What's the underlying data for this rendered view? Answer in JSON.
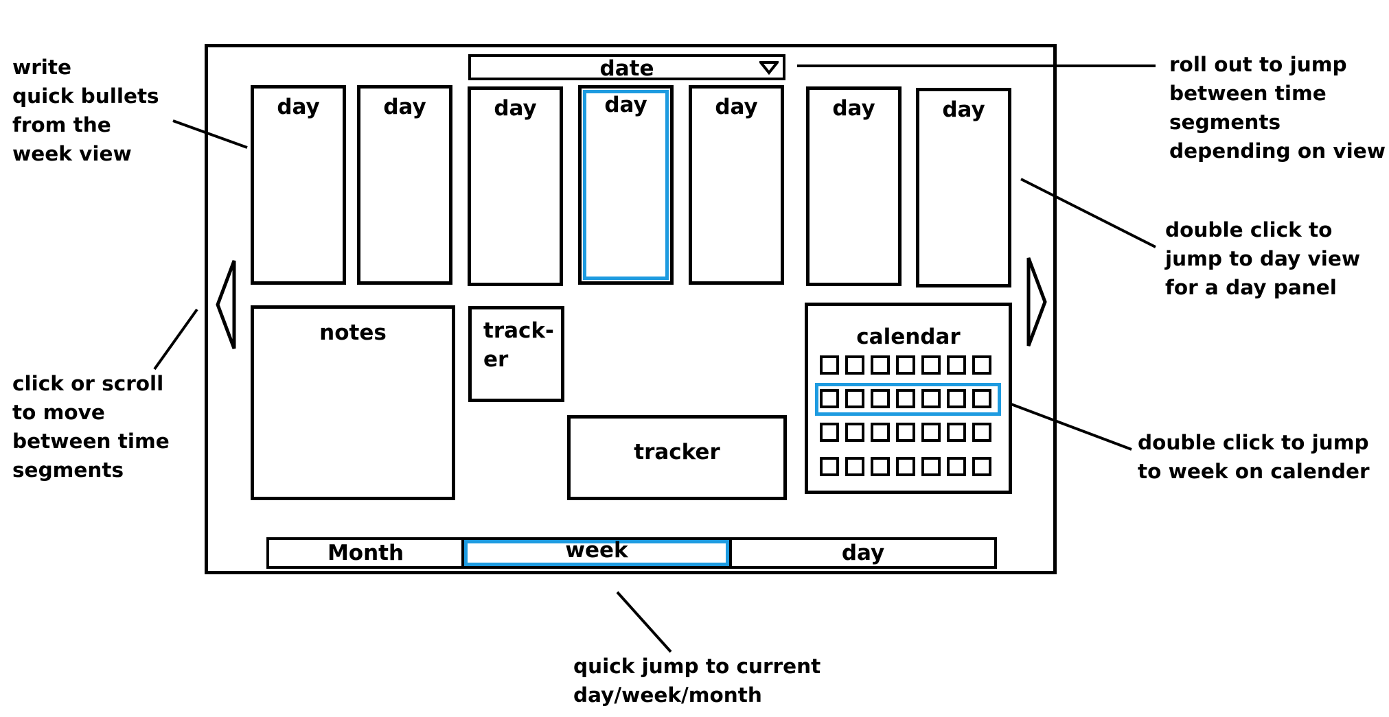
{
  "header": {
    "date_label": "date",
    "dropdown_icon": "triangle-down-icon"
  },
  "week": {
    "days": [
      {
        "label": "day",
        "bullets": true
      },
      {
        "label": "day"
      },
      {
        "label": "day"
      },
      {
        "label": "day",
        "selected": true
      },
      {
        "label": "day"
      },
      {
        "label": "day"
      },
      {
        "label": "day"
      }
    ]
  },
  "panels": {
    "notes_label": "notes",
    "tracker_small_label": [
      "track-",
      "er"
    ],
    "tracker_label": "tracker",
    "calendar_label": "calendar",
    "calendar_selected_week": 2
  },
  "tabs": [
    {
      "label": "Month"
    },
    {
      "label": "week",
      "selected": true
    },
    {
      "label": "day"
    }
  ],
  "nav": {
    "prev_icon": "triangle-left-icon",
    "next_icon": "triangle-right-icon"
  },
  "annotations": {
    "bullets": [
      "write",
      "quick bullets",
      "from the",
      "week view"
    ],
    "scroll": [
      "click or scroll",
      "to move",
      "between time",
      "segments"
    ],
    "dropdown": [
      "roll out to jump",
      "between time",
      "segments",
      "depending on view"
    ],
    "day_panel": [
      "double click to",
      "jump to day view",
      "for a day panel"
    ],
    "calendar": [
      "double click to jump",
      "to week on calender"
    ],
    "quick_jump": [
      "quick jump to current",
      "day/week/month"
    ]
  },
  "colors": {
    "highlight": "#1e9be0",
    "stroke": "#000000"
  }
}
